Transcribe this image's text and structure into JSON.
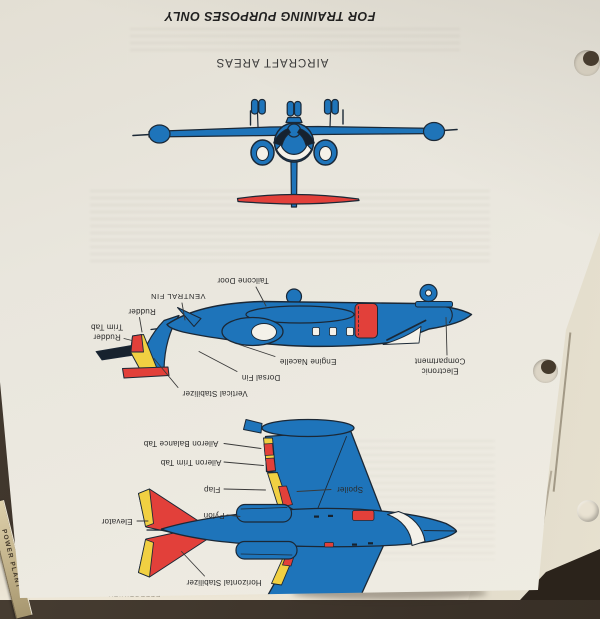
{
  "page": {
    "training_notice": "FOR TRAINING PURPOSES ONLY",
    "title": "AIRCRAFT AREAS",
    "under_page_footer": "EFFECTIVITY",
    "binder_tab_label": "POWER PLANT"
  },
  "side_view": {
    "labels": {
      "tailcone_door": "Tailcone Door",
      "ventral_fin": "VENTRAL FIN",
      "rudder": "Rudder",
      "rudder_trim_tab_line1": "Rudder",
      "rudder_trim_tab_line2": "Trim Tab",
      "engine_nacelle": "Engine Nacelle",
      "electronic_compartment_line1": "Electronic",
      "electronic_compartment_line2": "Compartment",
      "dorsal_fin": "Dorsal Fin",
      "vertical_stabilizer": "Vertical Stabilizer"
    }
  },
  "plan_view": {
    "labels": {
      "aileron_balance_tab": "Aileron Balance Tab",
      "aileron_trim_tab": "Aileron Trim Tab",
      "flap": "Flap",
      "spoiler": "Spoiler",
      "pylon": "Pylon",
      "elevator": "Elevator",
      "horizontal_stabilizer": "Horizontal Stabilizer"
    }
  },
  "colors": {
    "aircraft_blue": "#1e74ba",
    "accent_red": "#e2403a",
    "accent_yellow": "#f1d042",
    "outline_dark": "#1b2836",
    "page_light": "#eae7df"
  }
}
